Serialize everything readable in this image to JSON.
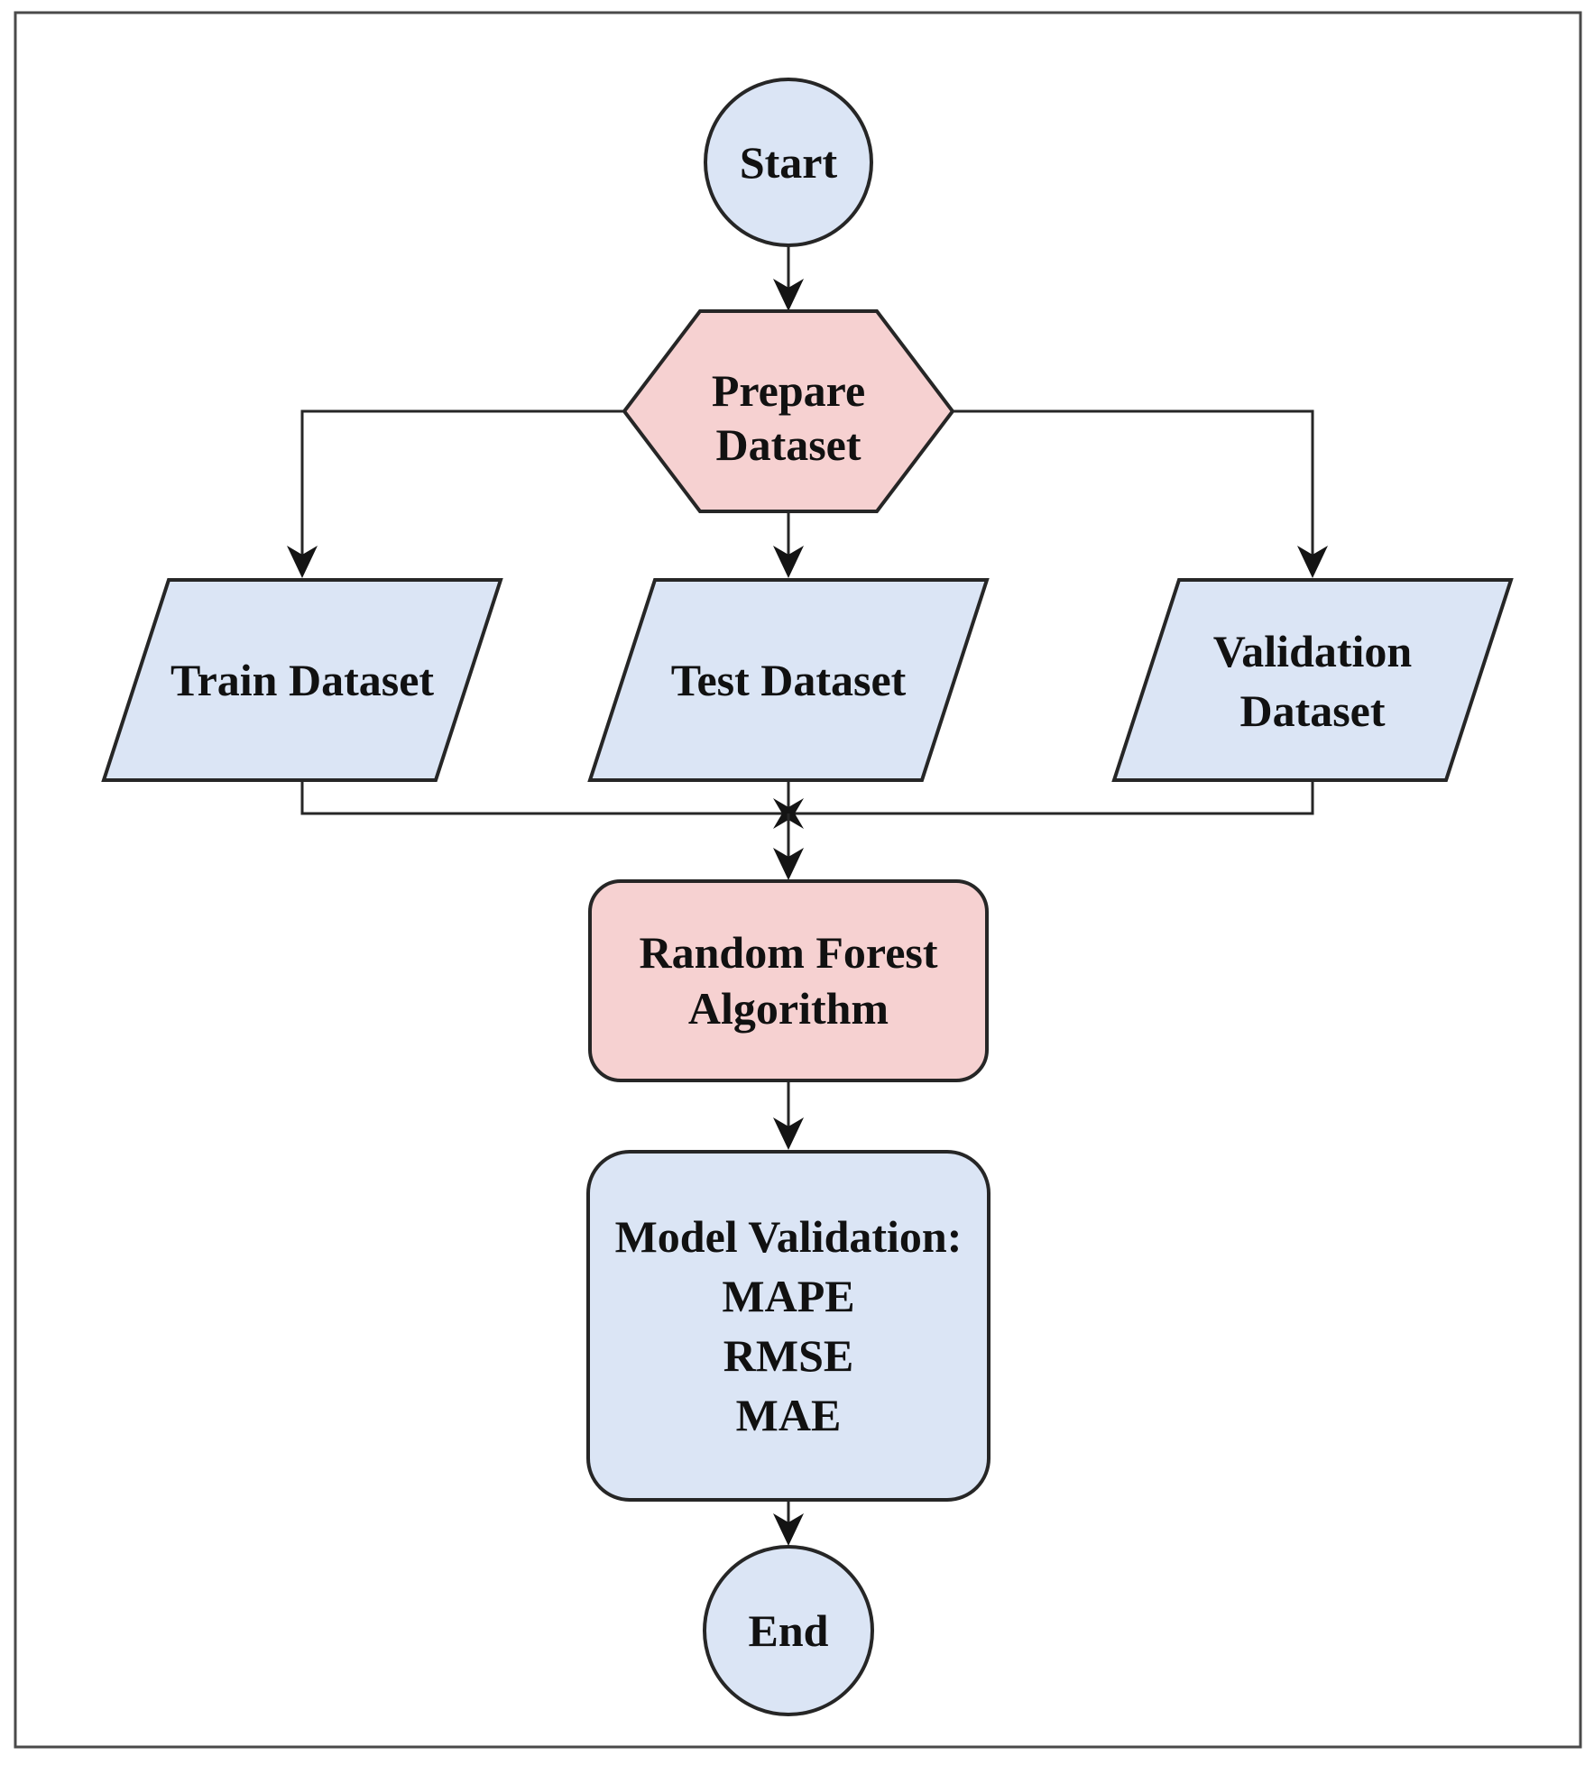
{
  "diagram": {
    "type": "flowchart",
    "colors": {
      "node_blue_fill": "#dbe5f5",
      "node_pink_fill": "#f6d1d1",
      "shape_stroke": "#262626",
      "frame_stroke": "#4a4a4a",
      "text": "#111111"
    },
    "nodes": {
      "start": {
        "shape": "circle",
        "label": "Start"
      },
      "prepare": {
        "shape": "hexagon",
        "line1": "Prepare",
        "line2": "Dataset"
      },
      "train": {
        "shape": "parallelogram",
        "label": "Train Dataset"
      },
      "test": {
        "shape": "parallelogram",
        "label": "Test Dataset"
      },
      "validation": {
        "shape": "parallelogram",
        "line1": "Validation",
        "line2": "Dataset"
      },
      "random_forest": {
        "shape": "rounded-rectangle",
        "line1": "Random Forest",
        "line2": "Algorithm"
      },
      "model_validation": {
        "shape": "rounded-rectangle",
        "line1": "Model Validation:",
        "line2": "MAPE",
        "line3": "RMSE",
        "line4": "MAE"
      },
      "end": {
        "shape": "circle",
        "label": "End"
      }
    },
    "edges": [
      "start -> prepare",
      "prepare -> train",
      "prepare -> test",
      "prepare -> validation",
      "train -> random_forest",
      "test -> random_forest",
      "validation -> random_forest",
      "random_forest -> model_validation",
      "model_validation -> end"
    ]
  }
}
